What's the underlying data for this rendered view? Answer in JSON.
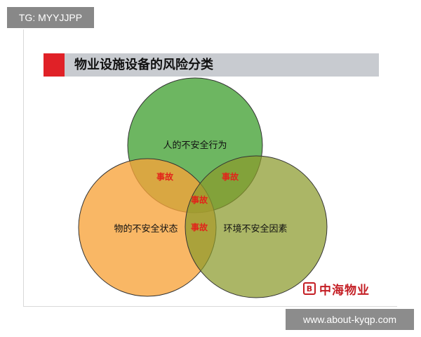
{
  "badges": {
    "tg": "TG: MYYJJPP",
    "url": "www.about-kyqp.com"
  },
  "slide": {
    "title": "物业设施设备的风险分类"
  },
  "diagram": {
    "circles": [
      {
        "id": "human",
        "label": "人的不安全行为",
        "color": "#53a945"
      },
      {
        "id": "object",
        "label": "物的不安全状态",
        "color": "#f7a33a"
      },
      {
        "id": "environment",
        "label": "环境不安全因素",
        "color": "#8a9a2b"
      }
    ],
    "intersections": {
      "human_object": "事故",
      "human_environment": "事故",
      "center": "事故",
      "object_environment": "事故"
    }
  },
  "logo": {
    "mark": "B",
    "text": "中海物业"
  },
  "colors": {
    "title_accent": "#e02127",
    "title_bar": "#c8cbd0",
    "accident_text": "#e2231a",
    "logo": "#c41e24"
  }
}
